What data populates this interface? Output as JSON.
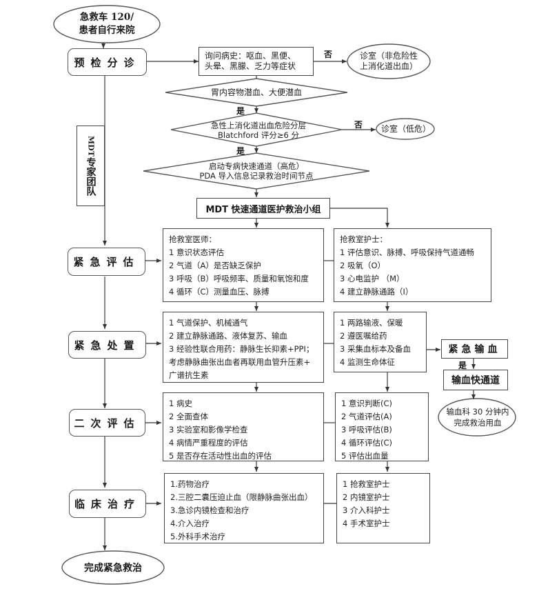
{
  "start": {
    "line1": "急救车 120/",
    "line2": "患者自行来院"
  },
  "stages": {
    "triage": "预检分诊",
    "emergency_assessment": "紧急评估",
    "emergency_treatment": "紧急处置",
    "secondary_assessment": "二次评估",
    "clinical_treatment": "临床治疗"
  },
  "end": "完成紧急救治",
  "mdt_team": {
    "prefix": "MDT",
    "label": "专家团队"
  },
  "inquiry": {
    "line1": "询问病史：呕血、黑便、",
    "line2": "头晕、黑朦、乏力等症状"
  },
  "clinic_nonrisk": {
    "line1": "诊室（非危险性",
    "line2": "上消化道出血）"
  },
  "occult_blood": "胃内容物潜血、大便潜血",
  "risk_strat": {
    "line1": "急性上消化道出血危险分层",
    "line2": "Blatchford 评分≥6 分"
  },
  "clinic_low": "诊室（低危）",
  "fast_track": {
    "line1": "启动专病快速通道（高危）",
    "line2": "PDA 导入信息记录救治时间节点"
  },
  "mdt_group": "MDT 快速通道医护救治小组",
  "labels": {
    "yes": "是",
    "no": "否"
  },
  "doctor_assess": {
    "title": "抢救室医师：",
    "items": [
      "1 意识状态评估",
      "2 气道（A）是否缺乏保护",
      "3 呼吸（B）呼吸频率、质量和氧饱和度",
      "4 循环（C）测量血压、脉搏"
    ]
  },
  "nurse_assess": {
    "title": "抢救室护士：",
    "items": [
      "1 评估意识、脉搏、呼吸保持气道通畅",
      "2 吸氧（O）",
      "3 心电监护 （M）",
      "4 建立静脉通路（I）"
    ]
  },
  "doctor_treat": {
    "items": [
      "1 气道保护、机械通气",
      "2 建立静脉通路、液体复苏、输血",
      "3 经验性联合用药：静脉生长抑素+PPI；",
      "考虑静脉曲张出血者再联用血管升压素+",
      "广谱抗生素"
    ]
  },
  "nurse_treat": {
    "items": [
      "1 两路输液、保暖",
      "2 遵医嘱给药",
      "3 采集血标本及备血",
      "4  监测生命体征"
    ]
  },
  "transfusion": {
    "emergency": "紧急输血",
    "fast": "输血快通道",
    "result_line1": "输血科 30 分钟内",
    "result_line2": "完成救治用血"
  },
  "doctor_secondary": {
    "items": [
      "1  病史",
      "2  全面查体",
      "3  实验室和影像学检查",
      "4  病情严重程度的评估",
      "5  是否存在活动性出血的评估"
    ]
  },
  "nurse_secondary": {
    "items": [
      "1 意识判断(C)",
      "2  气道评估(A)",
      "3  呼吸评估(B)",
      "4  循环评估(C)",
      "5  评估出血量"
    ]
  },
  "doctor_clinical": {
    "items": [
      "1.药物治疗",
      "2.三腔二囊压迫止血（限静脉曲张出血）",
      "3.急诊内镜检查和治疗",
      "4.介入治疗",
      "5.外科手术治疗"
    ]
  },
  "nurse_clinical": {
    "items": [
      "1  抢救室护士",
      "2 内镜室护士",
      "3 介入科护士",
      "4 手术室护士"
    ]
  }
}
